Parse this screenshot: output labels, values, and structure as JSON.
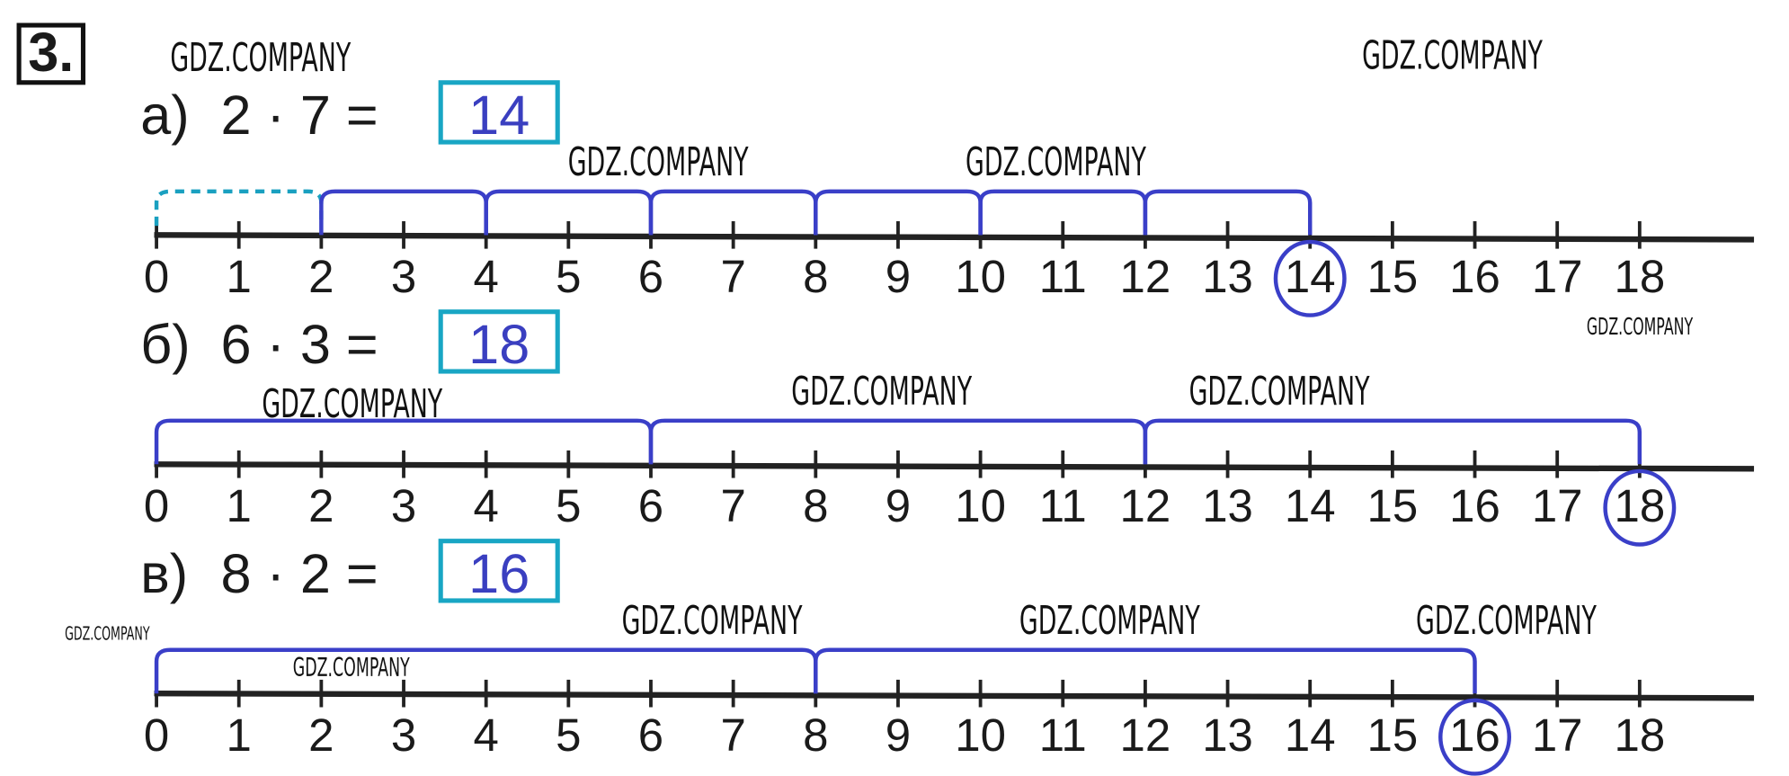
{
  "task_number": "3.",
  "colors": {
    "line": "#222222",
    "arc": "#3a3fc8",
    "dashed_arc": "#1aa0c0",
    "answer_box": "#19a6c4",
    "answer_text": "#3a3fc0"
  },
  "number_line_labels": [
    "0",
    "1",
    "2",
    "3",
    "4",
    "5",
    "6",
    "7",
    "8",
    "9",
    "10",
    "11",
    "12",
    "13",
    "14",
    "15",
    "16",
    "17",
    "18"
  ],
  "exercises": [
    {
      "label": "а)",
      "expression": "2 · 7 =",
      "answer": "14",
      "step": 2,
      "count": 7,
      "circled": 14,
      "dashed_first": true
    },
    {
      "label": "б)",
      "expression": "6 · 3 =",
      "answer": "18",
      "step": 6,
      "count": 3,
      "circled": 18,
      "dashed_first": false
    },
    {
      "label": "в)",
      "expression": "8 · 2 =",
      "answer": "16",
      "step": 8,
      "count": 2,
      "circled": 16,
      "dashed_first": false
    }
  ],
  "watermark": "GDZ.COMPANY"
}
